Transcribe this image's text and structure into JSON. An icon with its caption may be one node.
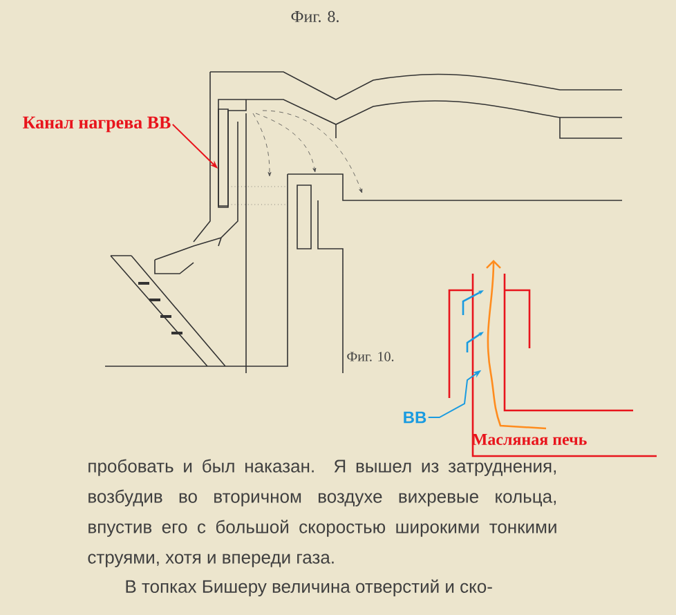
{
  "diagram": {
    "nodes": [
      {
        "text": [
          "Канал нагрева ВВ"
        ]
      },
      {
        "text": [],
        "shape": "box"
      },
      {
        "text": [
          "ВВ"
        ]
      },
      {
        "text": [
          "Масляная печь"
        ]
      }
    ],
    "edges": [
      {
        "from": 0,
        "to": 1,
        "arrow": "to",
        "color": "#e8141c"
      },
      {
        "from": 2,
        "to": 3,
        "arrow": "to",
        "color": "#1a9be0"
      }
    ],
    "labels": [
      "Фиг. 8.",
      "Фиг. 10.",
      "пробовать и был наказан. Я вышел из затруднения, возбудив во вторичном воздухе вихревые кольца, впустив его с большой скоростью широкими тонкими струями, хотя и впереди газа.",
      "В топках Бишеру величина отверстий и ско-"
    ]
  }
}
